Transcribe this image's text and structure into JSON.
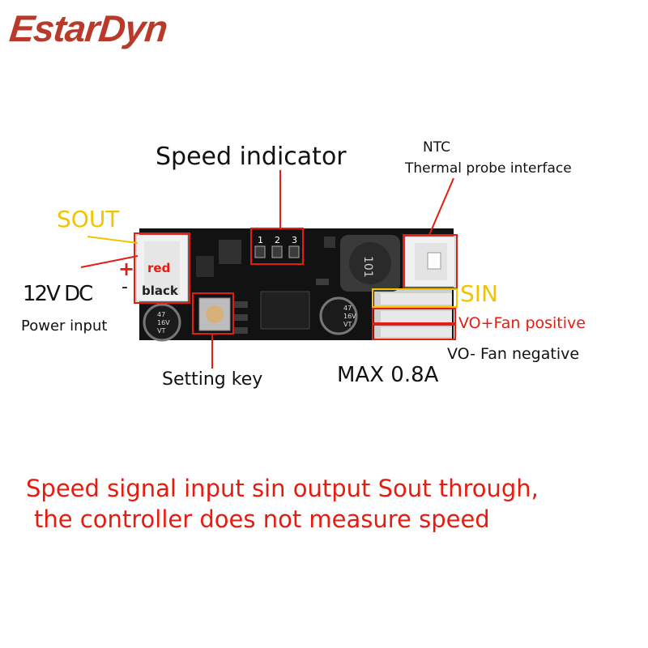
{
  "brand": {
    "logo_text": "EstarDyn",
    "color": "#b83a2a"
  },
  "labels": {
    "speed_indicator": "Speed indicator",
    "indicator_numbers": [
      "1",
      "2",
      "3"
    ],
    "ntc_line1": "NTC",
    "ntc_line2": "Thermal probe interface",
    "sout": "SOUT",
    "plus": "+",
    "minus": "-",
    "red_wire": "red",
    "black_wire": "black",
    "dc_label": "12V DC",
    "power_input": "Power input",
    "sin": "SIN",
    "vo_plus": "VO+Fan positive",
    "vo_minus": "VO- Fan negative",
    "setting_key": "Setting key",
    "max_current": "MAX 0.8A",
    "inductor_mark": "101",
    "cap_left_marks": [
      "47",
      "16V",
      "VT"
    ],
    "cap_right_marks": [
      "47",
      "16V",
      "VT"
    ]
  },
  "caption": {
    "line1": "Speed signal input sin output Sout through,",
    "line2": "the controller does not measure speed"
  },
  "colors": {
    "annotation_red": "#e51c10",
    "annotation_yellow": "#f2c400",
    "pcb": "#121212"
  }
}
